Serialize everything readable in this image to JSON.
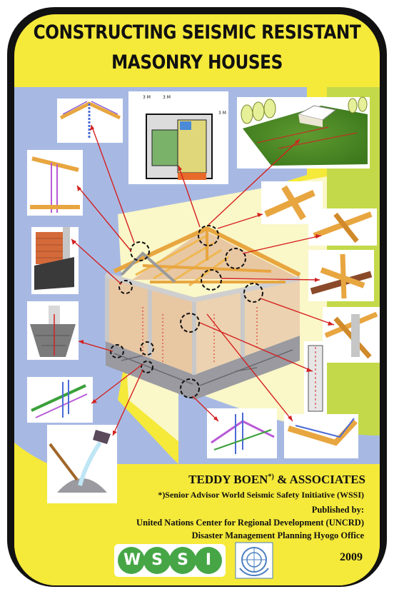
{
  "title": {
    "line1": "CONSTRUCTING SEISMIC RESISTANT",
    "line2": "MASONRY HOUSES"
  },
  "author": {
    "name": "TEDDY BOEN",
    "marker": "*)",
    "suffix": " & ASSOCIATES"
  },
  "footnote": "*)Senior Advisor World Seismic Safety Initiative (WSSI)",
  "publisher": {
    "label": "Published by:",
    "line1": "United Nations Center for Regional Development (UNCRD)",
    "line2": "Disaster Management Planning Hyogo Office"
  },
  "year": "2009",
  "plan": {
    "dim1": "3 M",
    "dim2": "3 M",
    "dim3": "3 M"
  },
  "wssi_letters": [
    "W",
    "S",
    "S",
    "I"
  ],
  "colors": {
    "yellow": "#f5e93a",
    "frame": "#111111",
    "blue_panel": "#a7b9e3",
    "cream": "#faf7c8",
    "green_band": "#c4d94a",
    "arrow_red": "#d42020",
    "wood": "#e8a640",
    "brick": "#e8c7a3",
    "stone": "#9a9aa0",
    "wssi_green": "#46a646",
    "un_blue": "#4a7fc1"
  }
}
